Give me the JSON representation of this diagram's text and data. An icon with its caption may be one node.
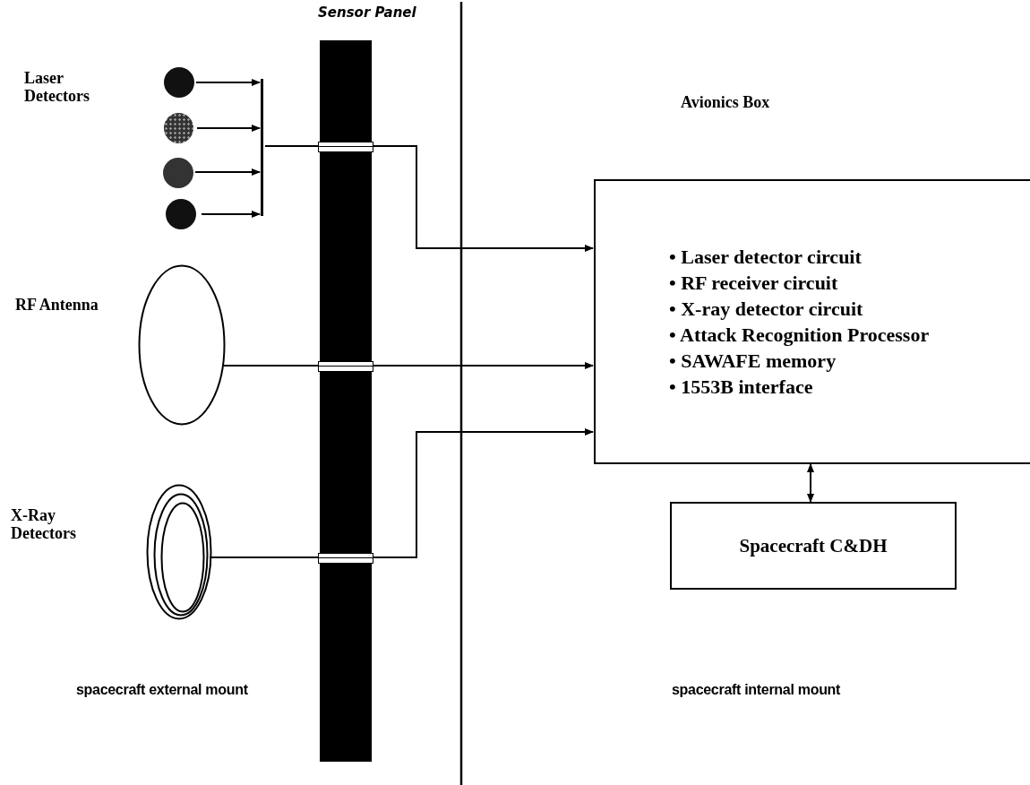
{
  "diagram": {
    "nodes": [
      {
        "text": [],
        "shape": "circle"
      },
      {
        "text": [],
        "shape": "circle"
      },
      {
        "text": [],
        "shape": "circle"
      },
      {
        "text": [],
        "shape": "circle"
      },
      {
        "text": [],
        "shape": "bar"
      },
      {
        "text": [],
        "shape": "ellipse"
      },
      {
        "text": [],
        "shape": "ellipse"
      },
      {
        "text": [
          "Sensor Panel"
        ]
      },
      {
        "text": [
          "Avionics Box",
          "• Laser detector circuit",
          "• RF receiver circuit",
          "• X-ray detector circuit",
          "• Attack Recognition Processor",
          "• SAWAFE memory",
          "• 1553B interface"
        ]
      },
      {
        "text": [
          "Spacecraft C&DH"
        ]
      }
    ],
    "edges": [
      {
        "from": 0,
        "to": 4,
        "arrow": "to"
      },
      {
        "from": 1,
        "to": 4,
        "arrow": "to"
      },
      {
        "from": 2,
        "to": 4,
        "arrow": "to"
      },
      {
        "from": 3,
        "to": 4,
        "arrow": "to"
      },
      {
        "from": 4,
        "to": 7,
        "arrow": "none"
      },
      {
        "from": 7,
        "to": 8,
        "arrow": "to"
      },
      {
        "from": 5,
        "to": 7,
        "arrow": "none"
      },
      {
        "from": 7,
        "to": 8,
        "arrow": "to"
      },
      {
        "from": 6,
        "to": 7,
        "arrow": "none"
      },
      {
        "from": 7,
        "to": 8,
        "arrow": "to"
      },
      {
        "from": 8,
        "to": 9,
        "arrow": "both"
      }
    ],
    "labels": [
      "Laser Detectors",
      "RF Antenna",
      "X-Ray Detectors",
      "spacecraft external mount",
      "spacecraft internal mount"
    ]
  }
}
